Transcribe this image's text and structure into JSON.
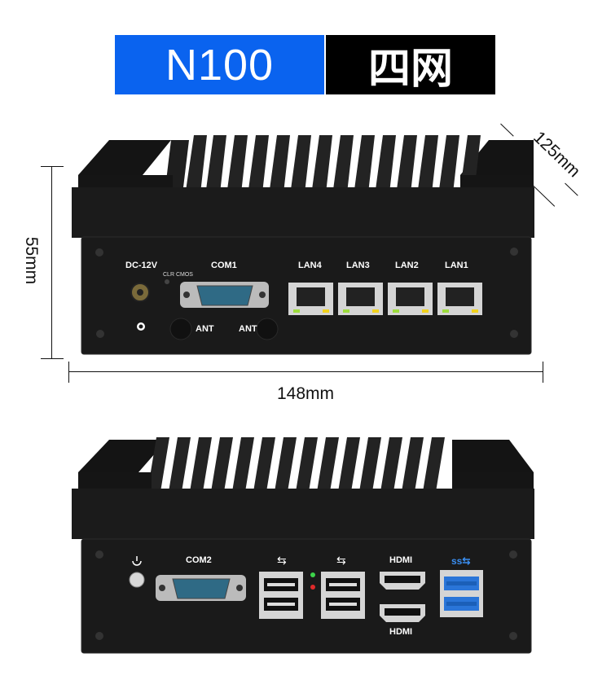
{
  "header": {
    "model": "N100",
    "variant": "四网"
  },
  "dimensions": {
    "height": "55mm",
    "width": "148mm",
    "depth": "125mm"
  },
  "front_panel": {
    "power_label": "DC-12V",
    "clr_cmos_label": "CLR CMOS",
    "com_label": "COM1",
    "lan_labels": [
      "LAN4",
      "LAN3",
      "LAN2",
      "LAN1"
    ],
    "ant_labels": [
      "ANT",
      "ANT"
    ]
  },
  "rear_panel": {
    "com_label": "COM2",
    "hdmi_labels": [
      "HDMI",
      "HDMI"
    ]
  },
  "colors": {
    "accent_blue": "#0a63ef",
    "black": "#000000",
    "device_body": "#1a1a1a"
  }
}
